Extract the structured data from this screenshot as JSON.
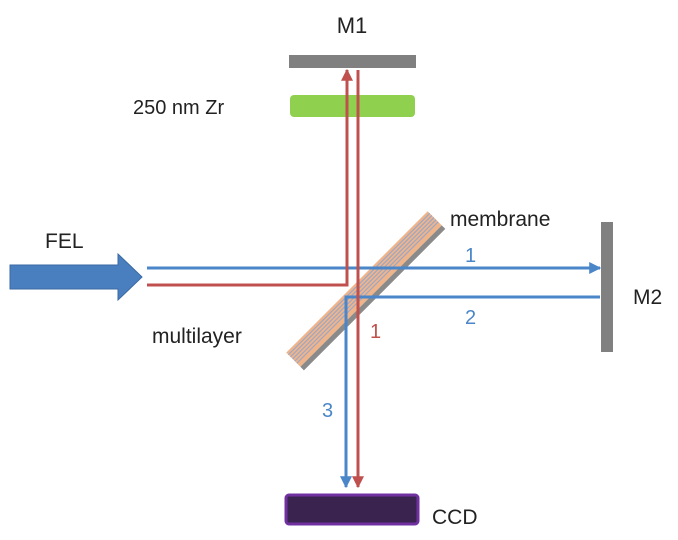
{
  "labels": {
    "m1": "M1",
    "zr": "250 nm Zr",
    "membrane": "membrane",
    "fel": "FEL",
    "m2": "M2",
    "multilayer": "multilayer",
    "ccd": "CCD"
  },
  "path_labels": {
    "blue_1": "1",
    "blue_2": "2",
    "blue_3": "3",
    "red_1": "1"
  },
  "colors": {
    "blue_beam": "#4a86c8",
    "red_beam": "#c0504d",
    "mirror_gray": "#808080",
    "zr_filter": "#8fd14f",
    "fel_arrow": "#4a7fbf",
    "ccd_fill": "#3b2350",
    "ccd_border": "#7030a0",
    "multilayer_orange": "#f0b48a",
    "multilayer_lines": "#9aa7c7"
  }
}
